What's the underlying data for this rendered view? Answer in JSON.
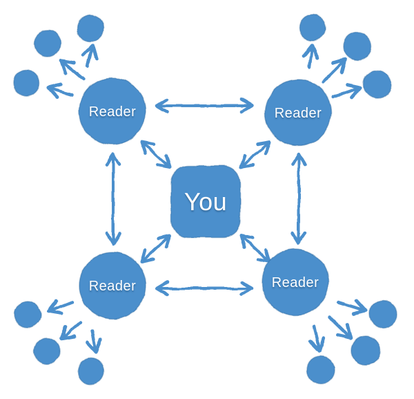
{
  "diagram": {
    "type": "hub-and-spoke-network",
    "background_color": "#ffffff",
    "colors": {
      "node_fill": "#4c8fcc",
      "arrow": "#4c8fcc",
      "label_text": "#ffffff"
    },
    "center_node": {
      "label": "You",
      "shape": "rounded-square"
    },
    "reader_nodes": [
      {
        "position": "top-left",
        "label": "Reader"
      },
      {
        "position": "top-right",
        "label": "Reader"
      },
      {
        "position": "bottom-left",
        "label": "Reader"
      },
      {
        "position": "bottom-right",
        "label": "Reader"
      }
    ],
    "follower_circles_per_reader": 3,
    "connections": {
      "center_to_each_reader": "double-headed-arrow",
      "reader_to_adjacent_reader": "double-headed-arrow",
      "reader_to_follower_circles": "single-arrow-outward"
    }
  }
}
